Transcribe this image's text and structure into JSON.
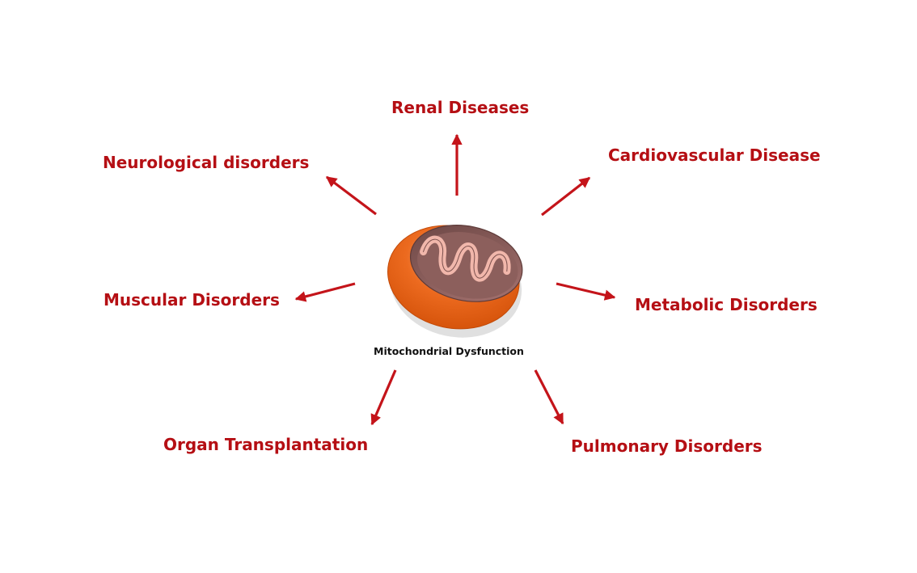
{
  "center": {
    "label": "Mitochondrial Dysfunction",
    "icon": "mitochondrion-icon"
  },
  "nodes": [
    {
      "id": "renal",
      "label": "Renal Diseases"
    },
    {
      "id": "cardio",
      "label": "Cardiovascular Disease"
    },
    {
      "id": "neuro",
      "label": "Neurological disorders"
    },
    {
      "id": "metabolic",
      "label": "Metabolic Disorders"
    },
    {
      "id": "muscular",
      "label": "Muscular Disorders"
    },
    {
      "id": "organ",
      "label": "Organ Transplantation"
    },
    {
      "id": "pulmonary",
      "label": "Pulmonary Disorders"
    }
  ],
  "colors": {
    "label_text": "#b50f14",
    "arrow": "#c4141a",
    "center_text": "#111111",
    "outer_membrane": "#e85a0c",
    "matrix": "#8c5f5c",
    "cristae": "#f1b7ab"
  }
}
